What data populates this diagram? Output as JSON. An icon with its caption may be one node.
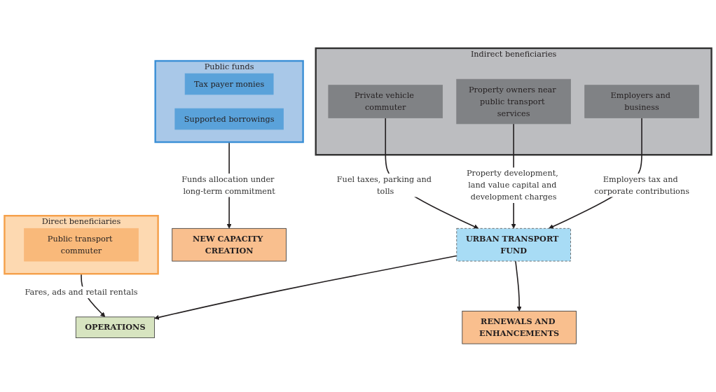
{
  "diagram": {
    "nodes": [
      {
        "text": [
          "Direct beneficiaries"
        ]
      },
      {
        "text": [
          "Public transport commuter"
        ],
        "in": 0
      },
      {
        "text": [
          "Indirect beneficiaries"
        ]
      },
      {
        "text": [
          "Private vehicle commuter"
        ],
        "in": 2
      },
      {
        "text": [
          "Property owners near public transport services"
        ],
        "in": 2
      },
      {
        "text": [
          "Employers and business"
        ],
        "in": 2
      },
      {
        "text": [
          "Public funds"
        ]
      },
      {
        "text": [
          "Tax payer monies"
        ],
        "in": 6
      },
      {
        "text": [
          "Supported borrowings"
        ],
        "in": 6
      },
      {
        "text": [
          "URBAN TRANSPORT FUND"
        ]
      },
      {
        "text": [
          "OPERATIONS"
        ]
      },
      {
        "text": [
          "RENEWALS AND ENHANCEMENTS"
        ]
      },
      {
        "text": [
          "NEW CAPACITY CREATION"
        ]
      }
    ],
    "edges": [
      {
        "from": 0,
        "to": 10,
        "arrow": "to",
        "label": "Fares, ads and retail rentals"
      },
      {
        "from": 3,
        "to": 9,
        "arrow": "to",
        "label": "Fuel taxes, parking and tolls"
      },
      {
        "from": 4,
        "to": 9,
        "arrow": "to",
        "label": "Property development, land value capital and development charges"
      },
      {
        "from": 5,
        "to": 9,
        "arrow": "to",
        "label": "Employers tax and corporate contributions"
      },
      {
        "from": 6,
        "to": 12,
        "arrow": "to",
        "label": "Funds allocation under long-term commitment"
      },
      {
        "from": 9,
        "to": 10,
        "arrow": "to"
      },
      {
        "from": 9,
        "to": 11,
        "arrow": "to"
      }
    ]
  }
}
